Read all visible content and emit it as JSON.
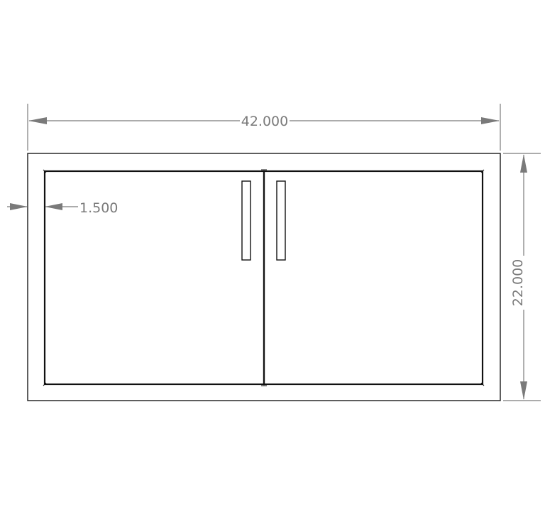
{
  "drawing": {
    "dimensions": {
      "overall_width": "42.000",
      "overall_height": "22.000",
      "frame_inset": "1.500"
    },
    "colors": {
      "outline": "#1a1a1a",
      "dimension": "#7a7a7a",
      "background": "#ffffff"
    }
  }
}
